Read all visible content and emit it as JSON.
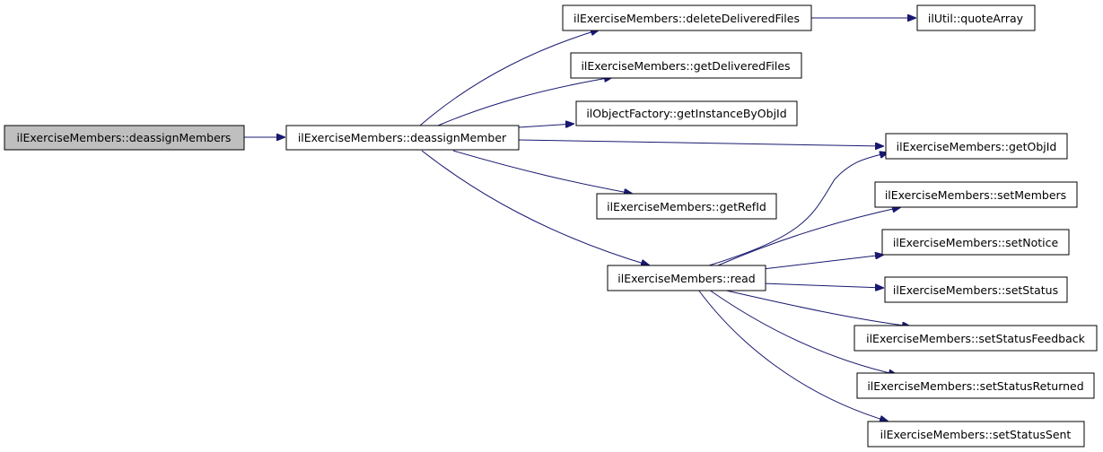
{
  "graph": {
    "edge_color": "#191970",
    "root_fill": "#bfbfbf",
    "nodes": {
      "deassignMembers": "ilExerciseMembers::deassignMembers",
      "deassignMember": "ilExerciseMembers::deassignMember",
      "deleteDeliveredFiles": "ilExerciseMembers::deleteDeliveredFiles",
      "quoteArray": "ilUtil::quoteArray",
      "getDeliveredFiles": "ilExerciseMembers::getDeliveredFiles",
      "getInstanceByObjId": "ilObjectFactory::getInstanceByObjId",
      "getObjId": "ilExerciseMembers::getObjId",
      "getRefId": "ilExerciseMembers::getRefId",
      "read": "ilExerciseMembers::read",
      "setMembers": "ilExerciseMembers::setMembers",
      "setNotice": "ilExerciseMembers::setNotice",
      "setStatus": "ilExerciseMembers::setStatus",
      "setStatusFeedback": "ilExerciseMembers::setStatusFeedback",
      "setStatusReturned": "ilExerciseMembers::setStatusReturned",
      "setStatusSent": "ilExerciseMembers::setStatusSent"
    },
    "edges": [
      [
        "deassignMembers",
        "deassignMember"
      ],
      [
        "deassignMember",
        "deleteDeliveredFiles"
      ],
      [
        "deassignMember",
        "getDeliveredFiles"
      ],
      [
        "deassignMember",
        "getInstanceByObjId"
      ],
      [
        "deassignMember",
        "getObjId"
      ],
      [
        "deassignMember",
        "getRefId"
      ],
      [
        "deassignMember",
        "read"
      ],
      [
        "deleteDeliveredFiles",
        "quoteArray"
      ],
      [
        "read",
        "getObjId"
      ],
      [
        "read",
        "setMembers"
      ],
      [
        "read",
        "setNotice"
      ],
      [
        "read",
        "setStatus"
      ],
      [
        "read",
        "setStatusFeedback"
      ],
      [
        "read",
        "setStatusReturned"
      ],
      [
        "read",
        "setStatusSent"
      ]
    ]
  }
}
